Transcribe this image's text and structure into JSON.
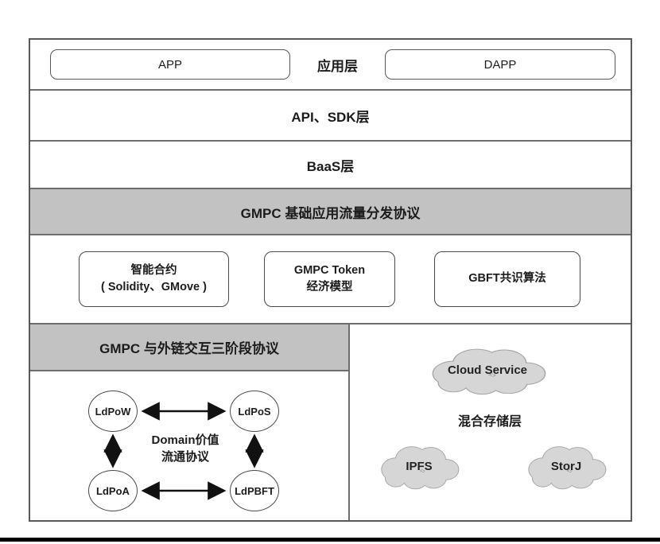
{
  "app_layer": {
    "app": "APP",
    "label": "应用层",
    "dapp": "DAPP"
  },
  "api_sdk_layer": {
    "label": "API、SDK层"
  },
  "baas_layer": {
    "label": "BaaS层"
  },
  "gmpc_flow_layer": {
    "label": "GMPC 基础应用流量分发协议"
  },
  "components": {
    "smart_contract": {
      "lines": [
        "智能合约",
        "( Solidity、GMove )"
      ]
    },
    "token_model": {
      "lines": [
        "GMPC Token",
        "经济模型"
      ]
    },
    "gbft": {
      "lines": [
        "GBFT共识算法"
      ]
    }
  },
  "interaction_panel": {
    "header": "GMPC 与外链交互三阶段协议",
    "center_label": {
      "lines": [
        "Domain价值",
        "流通协议"
      ]
    },
    "nodes": {
      "top_left": "LdPoW",
      "top_right": "LdPoS",
      "bottom_left": "LdPoA",
      "bottom_right": "LdPBFT"
    }
  },
  "storage_panel": {
    "cloud_service": "Cloud Service",
    "label": "混合存储层",
    "ipfs": "IPFS",
    "storj": "StorJ"
  },
  "colors": {
    "header_gray": "#c2c2c2",
    "cloud_fill": "#d6d6d6",
    "cloud_stroke": "#a3a3a3",
    "frame_border": "#595959",
    "arrow_black": "#111111"
  }
}
